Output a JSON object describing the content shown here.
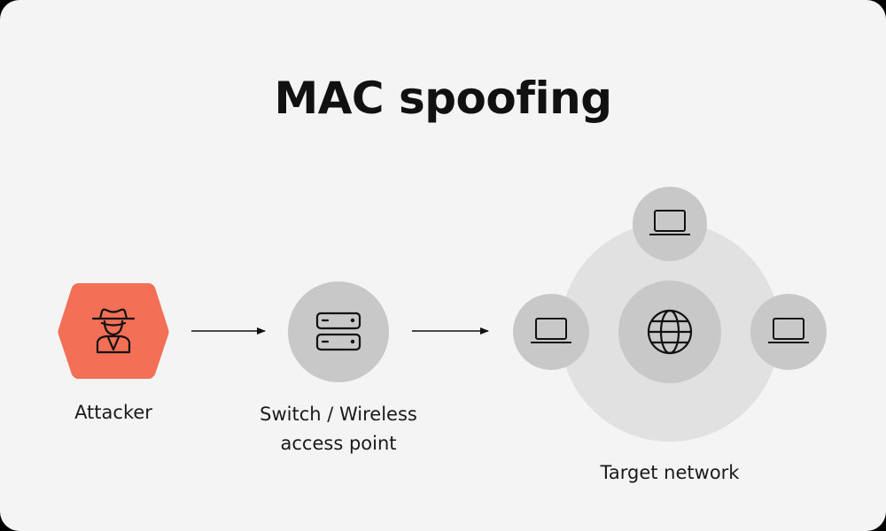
{
  "title": "MAC spoofing",
  "nodes": {
    "attacker": {
      "label": "Attacker",
      "icon": "spy-icon"
    },
    "switch": {
      "label_line1": "Switch / Wireless",
      "label_line2": "access point",
      "icon": "server-icon"
    },
    "target": {
      "label": "Target network",
      "center_icon": "globe-icon",
      "device_icon": "laptop-icon"
    }
  },
  "colors": {
    "background": "#f4f4f4",
    "attacker": "#f36f56",
    "node": "#c8c8c8",
    "network_area": "#e1e1e1",
    "text": "#111111"
  }
}
